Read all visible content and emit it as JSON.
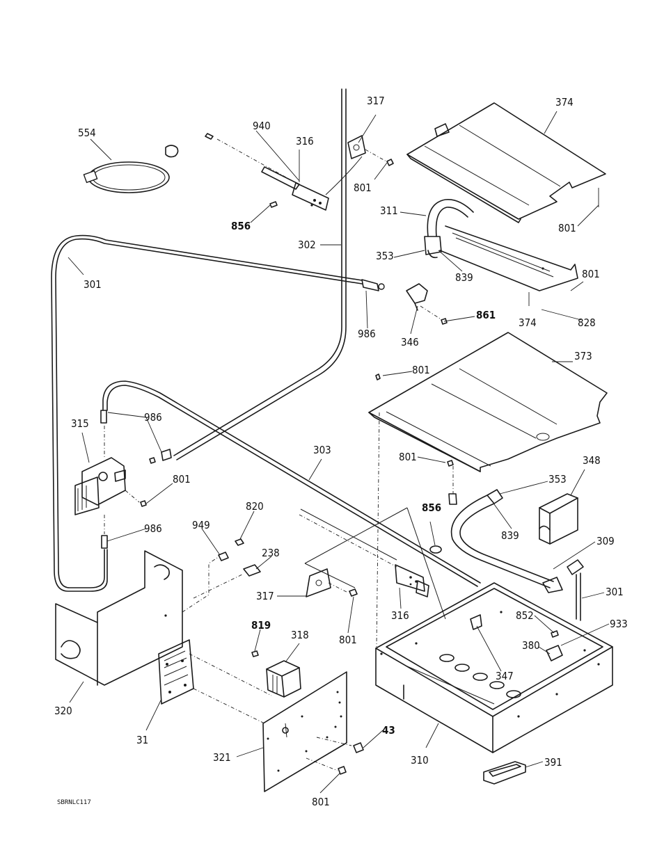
{
  "diagram_code": "SBRNLC117",
  "callouts": {
    "c317a": "317",
    "c374a": "374",
    "c554": "554",
    "c940": "940",
    "c316a": "316",
    "c801a": "801",
    "c856a": "856",
    "c302": "302",
    "c311": "311",
    "c801b": "801",
    "c301a": "301",
    "c353a": "353",
    "c839a": "839",
    "c801c": "801",
    "c374b": "374",
    "c828": "828",
    "c861": "861",
    "c986a": "986",
    "c346": "346",
    "c801d": "801",
    "c373": "373",
    "c315": "315",
    "c986b": "986",
    "c303": "303",
    "c801e": "801",
    "c348": "348",
    "c801f": "801",
    "c353b": "353",
    "c986c": "986",
    "c949": "949",
    "c820": "820",
    "c856b": "856",
    "c839b": "839",
    "c309": "309",
    "c238": "238",
    "c317b": "317",
    "c316b": "316",
    "c301b": "301",
    "c852": "852",
    "c933": "933",
    "c801g": "801",
    "c819": "819",
    "c318": "318",
    "c380": "380",
    "c347": "347",
    "c320": "320",
    "c43": "43",
    "c31": "31",
    "c321": "321",
    "c310": "310",
    "c391": "391",
    "c801h": "801"
  }
}
